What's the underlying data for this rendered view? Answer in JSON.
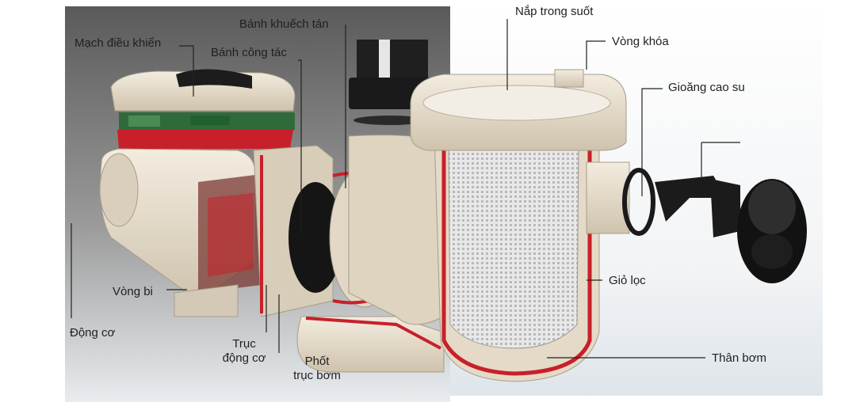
{
  "labels": {
    "mach_dieu_khien": "Mạch điều khiển",
    "banh_khuech_tan": "Bánh khuếch tán",
    "banh_cong_tac": "Bánh công tác",
    "nap_trong_suot": "Nắp trong suốt",
    "vong_khoa": "Vòng khóa",
    "gioang_cao_su": "Gioăng cao su",
    "gio_loc": "Giỏ lọc",
    "vong_bi": "Vòng bi",
    "dong_co": "Động cơ",
    "truc_dong_co_1": "Trục",
    "truc_dong_co_2": "động cơ",
    "phot_truc_bom_1": "Phốt",
    "phot_truc_bom_2": "trục bơm",
    "than_bom": "Thân bơm"
  },
  "colors": {
    "backdrop_dark": "#6b6b6b",
    "housing": "#e6dccb",
    "cutaway_red": "#c8202a",
    "basket": "#dcdcdc",
    "black_part": "#1a1a1a"
  }
}
